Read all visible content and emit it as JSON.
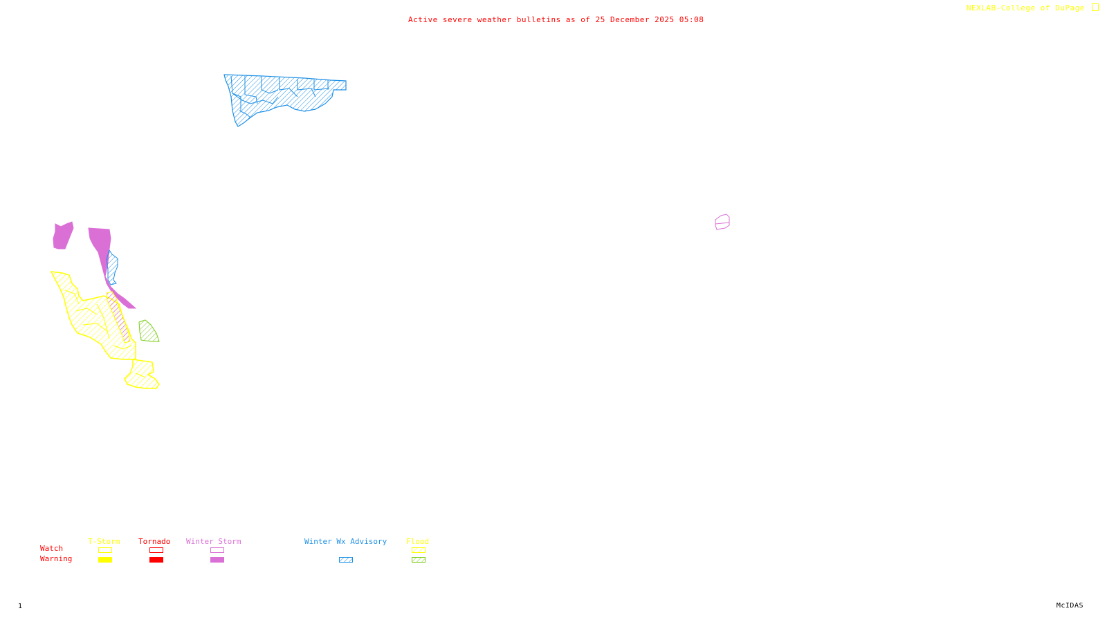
{
  "header": {
    "title": "Active severe weather bulletins as of 25 December 2025 05:08",
    "credit": "NEXLAB-College of DuPage",
    "credit_icon": "nexlab-logo-icon"
  },
  "footer": {
    "frame_number": "1",
    "software": "McIDAS"
  },
  "colors": {
    "tstorm": "#ffff00",
    "tornado": "#ff0000",
    "winter_storm": "#da70d6",
    "winter_wx_advisory": "#1e90e6",
    "flood_watch": "#ffff00",
    "flood_warning": "#7ccd1a",
    "title": "#ff0000",
    "credit": "#ffff00"
  },
  "legend": {
    "row_labels": {
      "watch": "Watch",
      "warning": "Warning"
    },
    "columns": [
      {
        "name": "T-Storm",
        "key": "tstorm",
        "watch": "outline",
        "warning": "filled"
      },
      {
        "name": "Tornado",
        "key": "tornado",
        "watch": "outline",
        "warning": "filled"
      },
      {
        "name": "Winter Storm",
        "key": "winter_storm",
        "watch": "outline",
        "warning": "filled"
      },
      {
        "name": "Winter Wx Advisory",
        "key": "winter_wx_advisory",
        "watch": "none",
        "warning": "hatched"
      },
      {
        "name": "Flood",
        "key": "flood",
        "watch": "hatched",
        "warning": "hatched"
      }
    ]
  },
  "map": {
    "areas": [
      {
        "type": "Winter Wx Advisory",
        "style": "hatched",
        "region": "northern tier counties"
      },
      {
        "type": "Winter Storm Warning",
        "style": "filled",
        "region": "western mountains north A"
      },
      {
        "type": "Winter Storm Warning",
        "style": "filled",
        "region": "western mountains north B"
      },
      {
        "type": "Winter Wx Advisory",
        "style": "hatched",
        "region": "western mountain strip"
      },
      {
        "type": "Flood Watch",
        "style": "hatched",
        "region": "western coast/valley"
      },
      {
        "type": "Winter Storm Warning",
        "style": "filled",
        "region": "sierra strip"
      },
      {
        "type": "Flood Warning",
        "style": "hatched",
        "region": "western interior"
      },
      {
        "type": "Winter Storm Watch",
        "style": "outline",
        "region": "northeast small area"
      }
    ]
  }
}
